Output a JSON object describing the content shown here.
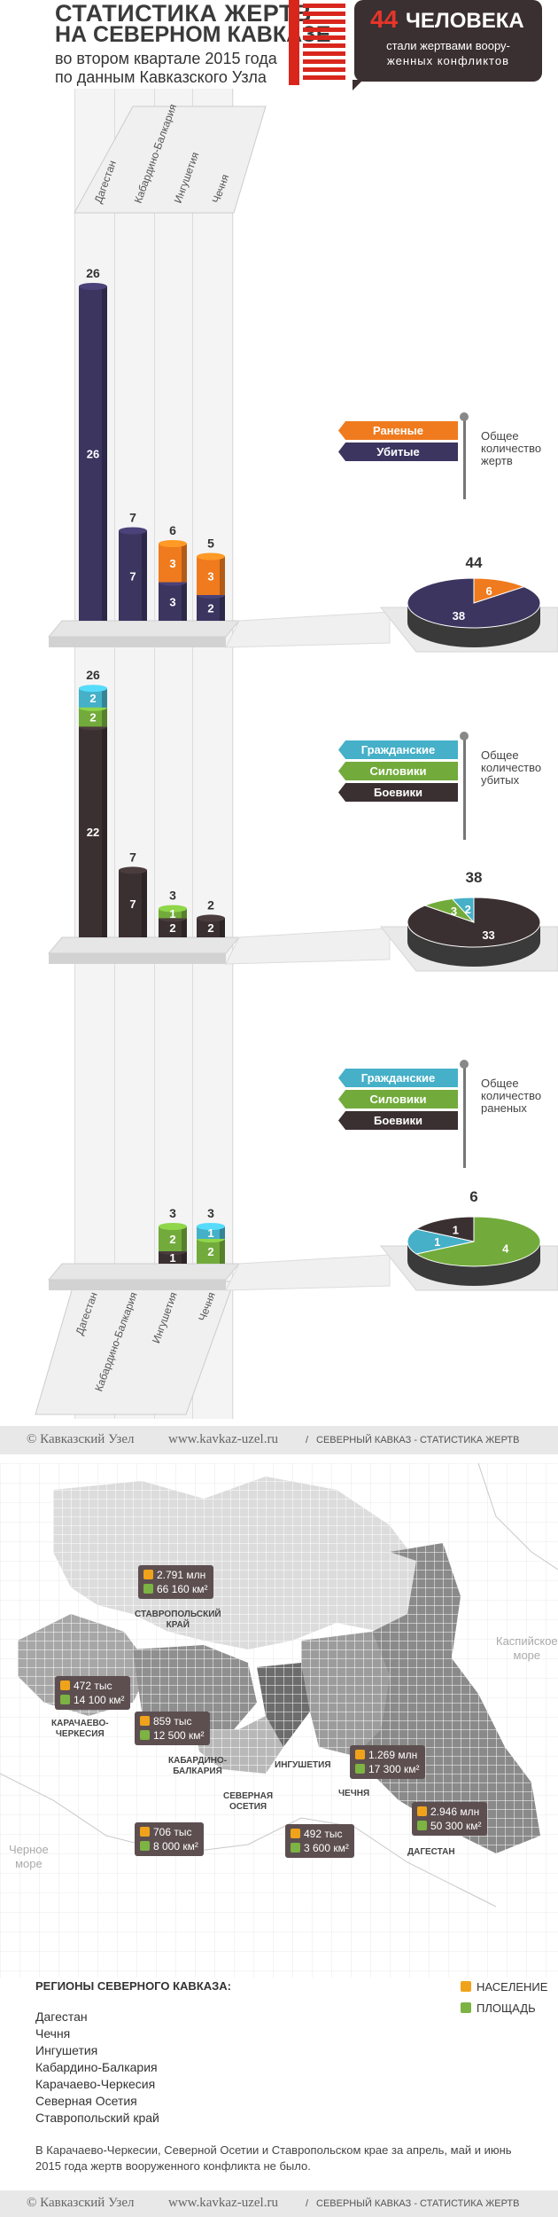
{
  "header": {
    "title_line1": "СТАТИСТИКА ЖЕРТВ",
    "title_line2": "НА СЕВЕРНОМ КАВКАЗЕ",
    "subtitle_line1": "во втором квартале 2015 года",
    "subtitle_line2": "по данным Кавказского Узла",
    "victims_count": "44",
    "victims_word": "ЧЕЛОВЕКА",
    "victims_line1": "стали жертвами воору-",
    "victims_line2": "женных конфликтов"
  },
  "regions_axis": [
    "Дагестан",
    "Кабардино-Балкария",
    "Ингушетия",
    "Чечня"
  ],
  "colors": {
    "wounded": "#ef7b1e",
    "killed": "#3b3560",
    "civilians": "#45b0c8",
    "security": "#72ab3b",
    "militants": "#3b3031",
    "accent_red": "#d9261c"
  },
  "chart_data": [
    {
      "type": "bar",
      "title": "Общее количество жертв",
      "categories": [
        "Дагестан",
        "Кабардино-Балкария",
        "Ингушетия",
        "Чечня"
      ],
      "series": [
        {
          "name": "Убитые",
          "values": [
            26,
            7,
            3,
            2
          ]
        },
        {
          "name": "Раненые",
          "values": [
            0,
            0,
            3,
            3
          ]
        }
      ],
      "totals": [
        26,
        7,
        6,
        5
      ],
      "legend": [
        "Раненые",
        "Убитые"
      ],
      "legend_placement": "right",
      "pie": {
        "total": 44,
        "slices": [
          {
            "name": "Раненые",
            "value": 6
          },
          {
            "name": "Убитые",
            "value": 38
          }
        ]
      }
    },
    {
      "type": "bar",
      "title": "Общее количество убитых",
      "categories": [
        "Дагестан",
        "Кабардино-Балкария",
        "Ингушетия",
        "Чечня"
      ],
      "series": [
        {
          "name": "Боевики",
          "values": [
            22,
            7,
            2,
            2
          ]
        },
        {
          "name": "Силовики",
          "values": [
            2,
            0,
            1,
            0
          ]
        },
        {
          "name": "Гражданские",
          "values": [
            2,
            0,
            0,
            0
          ]
        }
      ],
      "totals": [
        26,
        7,
        3,
        2
      ],
      "legend": [
        "Гражданские",
        "Силовики",
        "Боевики"
      ],
      "legend_placement": "right",
      "pie": {
        "total": 38,
        "slices": [
          {
            "name": "Боевики",
            "value": 33
          },
          {
            "name": "Силовики",
            "value": 3
          },
          {
            "name": "Гражданские",
            "value": 2
          }
        ]
      }
    },
    {
      "type": "bar",
      "title": "Общее количество раненых",
      "categories": [
        "Дагестан",
        "Кабардино-Балкария",
        "Ингушетия",
        "Чечня"
      ],
      "series": [
        {
          "name": "Боевики",
          "values": [
            0,
            0,
            1,
            0
          ]
        },
        {
          "name": "Силовики",
          "values": [
            0,
            0,
            2,
            2
          ]
        },
        {
          "name": "Гражданские",
          "values": [
            0,
            0,
            0,
            1
          ]
        }
      ],
      "totals": [
        0,
        0,
        3,
        3
      ],
      "legend": [
        "Гражданские",
        "Силовики",
        "Боевики"
      ],
      "legend_placement": "right",
      "pie": {
        "total": 6,
        "slices": [
          {
            "name": "Силовики",
            "value": 4
          },
          {
            "name": "Гражданские",
            "value": 1
          },
          {
            "name": "Боевики",
            "value": 1
          }
        ]
      }
    }
  ],
  "chart_legends": [
    {
      "items": [
        "Раненые",
        "Убитые"
      ],
      "label_lines": [
        "Общее",
        "количество",
        "жертв"
      ]
    },
    {
      "items": [
        "Гражданские",
        "Силовики",
        "Боевики"
      ],
      "label_lines": [
        "Общее",
        "количество",
        "убитых"
      ]
    },
    {
      "items": [
        "Гражданские",
        "Силовики",
        "Боевики"
      ],
      "label_lines": [
        "Общее",
        "количество",
        "раненых"
      ]
    }
  ],
  "footer": {
    "copyright": "© Кавказский Узел",
    "site": "www.kavkaz-uzel.ru",
    "section": "СЕВЕРНЫЙ КАВКАЗ - СТАТИСТИКА ЖЕРТВ"
  },
  "map": {
    "seas": {
      "caspian_line1": "Каспийское",
      "caspian_line2": "море",
      "black_line1": "Черное",
      "black_line2": "море"
    },
    "regions": [
      {
        "name_line1": "СТАВРОПОЛЬСКИЙ",
        "name_line2": "КРАЙ",
        "population": "2.791 млн",
        "area": "66 160 км²"
      },
      {
        "name_line1": "КАРАЧАЕВО-",
        "name_line2": "ЧЕРКЕСИЯ",
        "population": "472 тыс",
        "area": "14 100 км²"
      },
      {
        "name_line1": "КАБАРДИНО-",
        "name_line2": "БАЛКАРИЯ",
        "population": "859 тыс",
        "area": "12 500 км²"
      },
      {
        "name_line1": "ИНГУШЕТИЯ",
        "name_line2": "",
        "population": "492 тыс",
        "area": "3 600 км²"
      },
      {
        "name_line1": "СЕВЕРНАЯ",
        "name_line2": "ОСЕТИЯ",
        "population": "706 тыс",
        "area": "8 000 км²"
      },
      {
        "name_line1": "ЧЕЧНЯ",
        "name_line2": "",
        "population": "1.269 млн",
        "area": "17 300 км²"
      },
      {
        "name_line1": "ДАГЕСТАН",
        "name_line2": "",
        "population": "2.946 млн",
        "area": "50 300 км²"
      }
    ]
  },
  "regions_list": {
    "title": "РЕГИОНЫ СЕВЕРНОГО КАВКАЗА:",
    "items": [
      "Дагестан",
      "Чечня",
      "Ингушетия",
      "Кабардино-Балкария",
      "Карачаево-Черкесия",
      "Северная Осетия",
      "Ставропольский край"
    ],
    "legend_population": "НАСЕЛЕНИЕ",
    "legend_area": "ПЛОЩАДЬ",
    "note_line1": "В Карачаево-Черкесии, Северной Осетии и Ставропольском крае за апрель, май и июнь",
    "note_line2": "2015 года жертв вооруженного конфликта не было."
  }
}
